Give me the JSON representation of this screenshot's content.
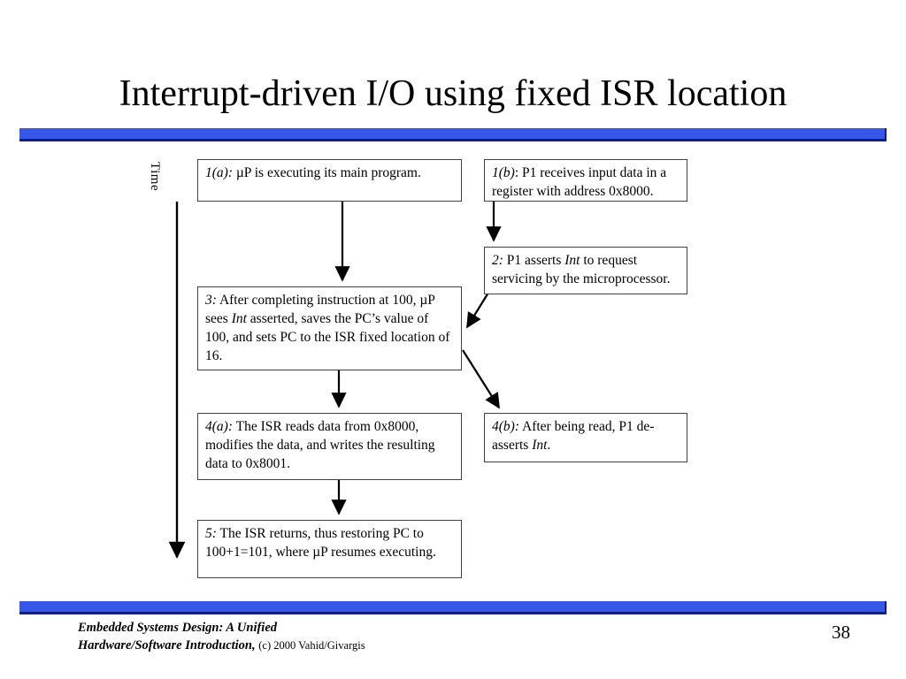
{
  "slide": {
    "title": "Interrupt-driven I/O using fixed ISR location",
    "page_number": "38",
    "accent_color": "#3657e8",
    "accent_shadow_color": "#12207a",
    "box_border_color": "#404040",
    "background_color": "#ffffff"
  },
  "diagram": {
    "time_axis_label": "Time",
    "boxes": {
      "b1a": {
        "lead": "1(a):",
        "text": " µP is executing its main program."
      },
      "b1b": {
        "lead": "1(b)",
        "text": ": P1 receives input data in a register with address 0x8000."
      },
      "b2": {
        "lead": "2:",
        "text_before": " P1 asserts ",
        "emphasis": "Int",
        "text_after": " to request servicing by the microprocessor."
      },
      "b3": {
        "lead": "3:",
        "text_before": " After completing instruction at 100, µP sees ",
        "emphasis": "Int",
        "text_after": " asserted, saves the PC’s value of 100, and sets PC to the ISR fixed location of 16."
      },
      "b4a": {
        "lead": "4(a):",
        "text": " The ISR reads data from 0x8000, modifies the data, and writes the resulting data to 0x8001."
      },
      "b4b": {
        "lead": "4(b):",
        "text_before": " After being read, P1 de-asserts ",
        "emphasis": "Int",
        "text_after": "."
      },
      "b5": {
        "lead": "5:",
        "text": " The ISR returns, thus restoring PC to 100+1=101, where µP resumes executing."
      }
    }
  },
  "footer": {
    "book_title_line1": "Embedded Systems Design: A Unified",
    "book_title_line2": "Hardware/Software Introduction,",
    "copyright": "(c) 2000 Vahid/Givargis"
  }
}
